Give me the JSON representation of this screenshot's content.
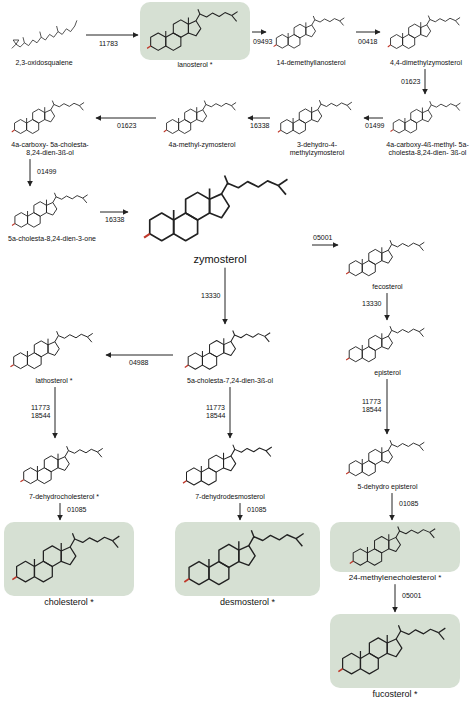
{
  "diagram": {
    "nodes": [
      {
        "text": [
          "2,3-oxidosqualene"
        ]
      },
      {
        "text": [
          "lanosterol *"
        ]
      },
      {
        "text": [
          "14-demethyllanosterol"
        ]
      },
      {
        "text": [
          "4,4-dimethylzymosterol"
        ]
      },
      {
        "text": [
          "4a-carboxy-4ß-methyl- 5a-cholesta-8,24-dien- 3ß-ol"
        ]
      },
      {
        "text": [
          "3-dehydro-4-methylzymosterol"
        ]
      },
      {
        "text": [
          "4a-methyl-zymosterol"
        ]
      },
      {
        "text": [
          "4a-carboxy- 5a-cholesta-8,24-dien-3ß-ol"
        ]
      },
      {
        "text": [
          "5a-cholesta-8,24-dien-3-one"
        ]
      },
      {
        "text": [
          "zymosterol"
        ]
      },
      {
        "text": [
          "fecosterol"
        ]
      },
      {
        "text": [
          "lathosterol *"
        ]
      },
      {
        "text": [
          "5a-cholesta-7,24-dien-3ß-ol"
        ]
      },
      {
        "text": [
          "episterol"
        ]
      },
      {
        "text": [
          "7-dehydrocholesterol *"
        ]
      },
      {
        "text": [
          "7-dehydrodesmosterol"
        ]
      },
      {
        "text": [
          "5-dehydro episterol"
        ]
      },
      {
        "text": [
          "cholesterol *"
        ]
      },
      {
        "text": [
          "desmosterol *"
        ]
      },
      {
        "text": [
          "24-methylenecholesterol *"
        ]
      },
      {
        "text": [
          "fucosterol *"
        ]
      }
    ],
    "edges": [
      {
        "from": 0,
        "to": 1,
        "label": "11783",
        "arrow": "to"
      },
      {
        "from": 1,
        "to": 2,
        "label": "09493",
        "arrow": "to"
      },
      {
        "from": 2,
        "to": 3,
        "label": "00418",
        "arrow": "to"
      },
      {
        "from": 3,
        "to": 4,
        "label": "01623",
        "arrow": "to"
      },
      {
        "from": 4,
        "to": 5,
        "label": "01499",
        "arrow": "to"
      },
      {
        "from": 5,
        "to": 6,
        "label": "16338",
        "arrow": "to"
      },
      {
        "from": 6,
        "to": 7,
        "label": "01623",
        "arrow": "to"
      },
      {
        "from": 7,
        "to": 8,
        "label": "01499",
        "arrow": "to"
      },
      {
        "from": 8,
        "to": 9,
        "label": "16338",
        "arrow": "to"
      },
      {
        "from": 9,
        "to": 10,
        "label": "05001",
        "arrow": "to"
      },
      {
        "from": 9,
        "to": 12,
        "label": "13330",
        "arrow": "to"
      },
      {
        "from": 12,
        "to": 11,
        "label": "04988",
        "arrow": "to"
      },
      {
        "from": 10,
        "to": 13,
        "label": "13330",
        "arrow": "to"
      },
      {
        "from": 11,
        "to": 14,
        "label": "11773 18544",
        "arrow": "to"
      },
      {
        "from": 12,
        "to": 15,
        "label": "11773 18544",
        "arrow": "to"
      },
      {
        "from": 13,
        "to": 16,
        "label": "11773 18544",
        "arrow": "to"
      },
      {
        "from": 14,
        "to": 17,
        "label": "01085",
        "arrow": "to"
      },
      {
        "from": 15,
        "to": 18,
        "label": "01085",
        "arrow": "to"
      },
      {
        "from": 16,
        "to": 19,
        "label": "01085",
        "arrow": "to"
      },
      {
        "from": 19,
        "to": 20,
        "label": "05001",
        "arrow": "to"
      }
    ]
  }
}
